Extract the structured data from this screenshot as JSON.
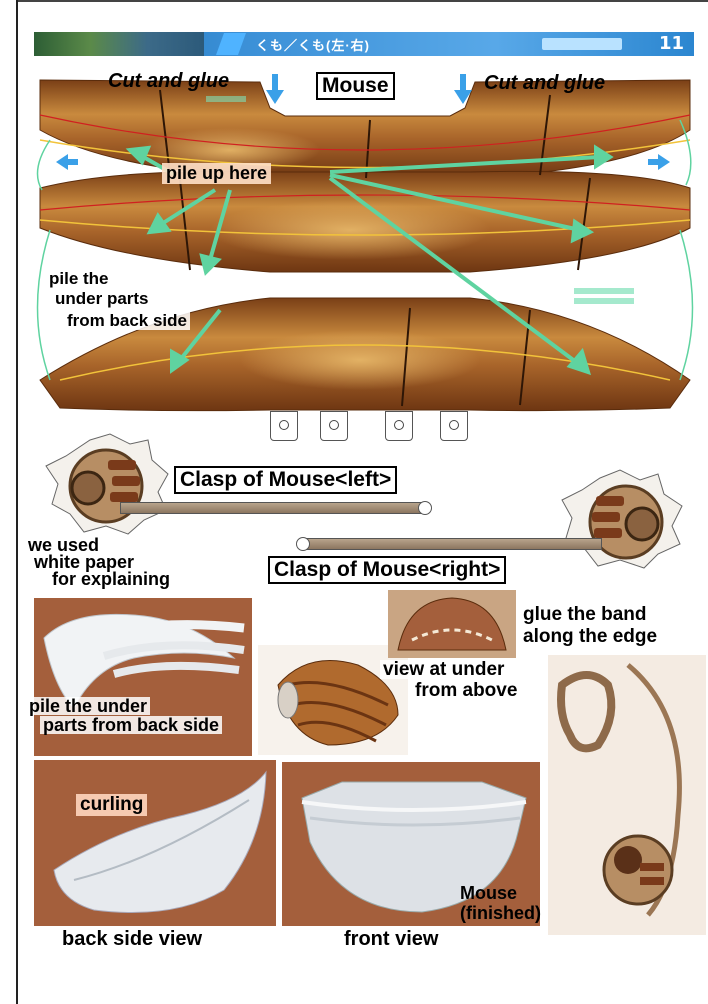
{
  "header": {
    "japanese_title": "くも／くも(左·右)",
    "page_number": "11"
  },
  "labels": {
    "cut_glue_left": "Cut and glue",
    "mouse_title": "Mouse",
    "cut_glue_right": "Cut and glue",
    "pile_up_here": "pile up here",
    "pile_under_1": "pile the",
    "pile_under_2": "under parts",
    "pile_under_3": "from back side",
    "clasp_left": "Clasp of Mouse<left>",
    "clasp_right": "Clasp of Mouse<right>",
    "white_paper_1": "we used",
    "white_paper_2": "white paper",
    "white_paper_3": "for explaining",
    "glue_band_1": "glue the band",
    "glue_band_2": "along the edge",
    "view_under_1": "view at under",
    "view_under_2": "from above",
    "pile_under_photo_1": "pile the under",
    "pile_under_photo_2": "parts from back side",
    "curling": "curling",
    "mouse_finished_1": "Mouse",
    "mouse_finished_2": "(finished)",
    "back_side_view": "back side view",
    "front_view": "front view"
  },
  "colors": {
    "header_blue": "#2b86d0",
    "arrow_green": "#5fd3a0",
    "wood_brown": "#a8642a",
    "photo_bg": "#a45f3c",
    "guide_red": "#d02020",
    "guide_yellow": "#f2c33a"
  },
  "icons": {
    "down_arrow": "blue-down-arrow-icon",
    "tab_hole": "circle-hole-icon"
  }
}
